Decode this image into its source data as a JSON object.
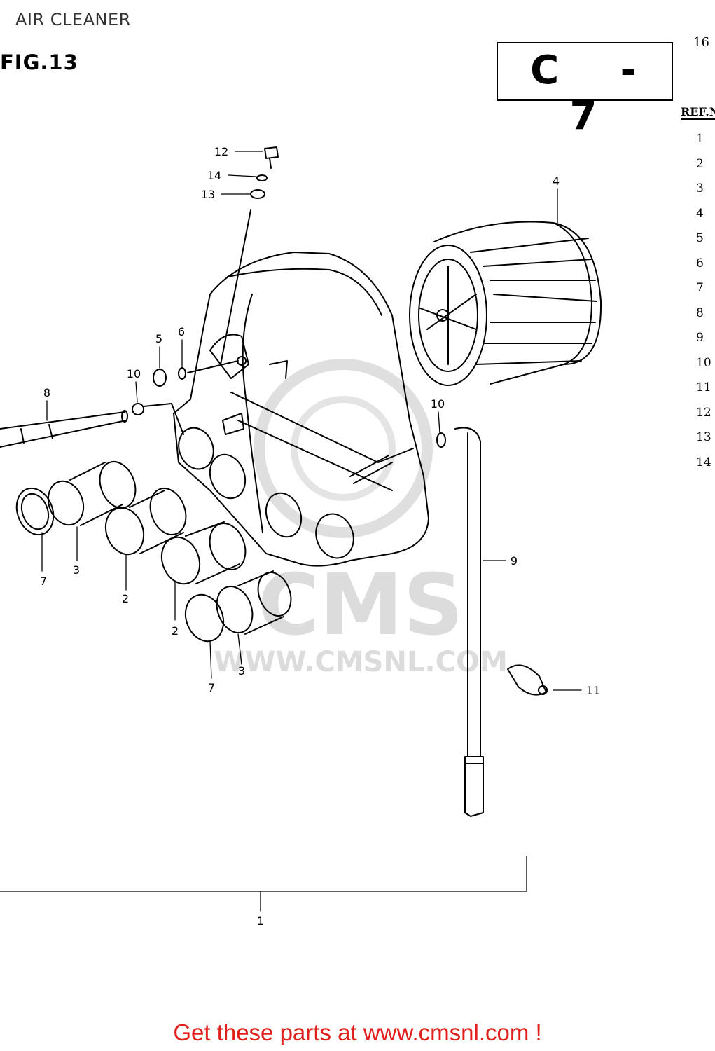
{
  "page": {
    "title": "AIR CLEANER",
    "figure_label": "FIG.13",
    "section_code": "C - 7",
    "corner_number": "16",
    "ref_header": "REF.N",
    "promo_text": "Get these parts at www.cmsnl.com !"
  },
  "watermark": {
    "brand": "CMS",
    "url": "WWW.CMSNL.COM"
  },
  "ref_numbers": [
    "1",
    "2",
    "3",
    "4",
    "5",
    "6",
    "7",
    "8",
    "9",
    "10",
    "11",
    "12",
    "13",
    "14"
  ],
  "callouts": {
    "c12": "12",
    "c14": "14",
    "c13": "13",
    "c4": "4",
    "c5": "5",
    "c6": "6",
    "c10a": "10",
    "c8": "8",
    "c10b": "10",
    "c9": "9",
    "c7a": "7",
    "c3a": "3",
    "c2a": "2",
    "c2b": "2",
    "c3b": "3",
    "c7b": "7",
    "c11": "11",
    "c1": "1"
  },
  "colors": {
    "line": "#000000",
    "watermark": "#d9d9d9",
    "promo": "#e0201c"
  }
}
